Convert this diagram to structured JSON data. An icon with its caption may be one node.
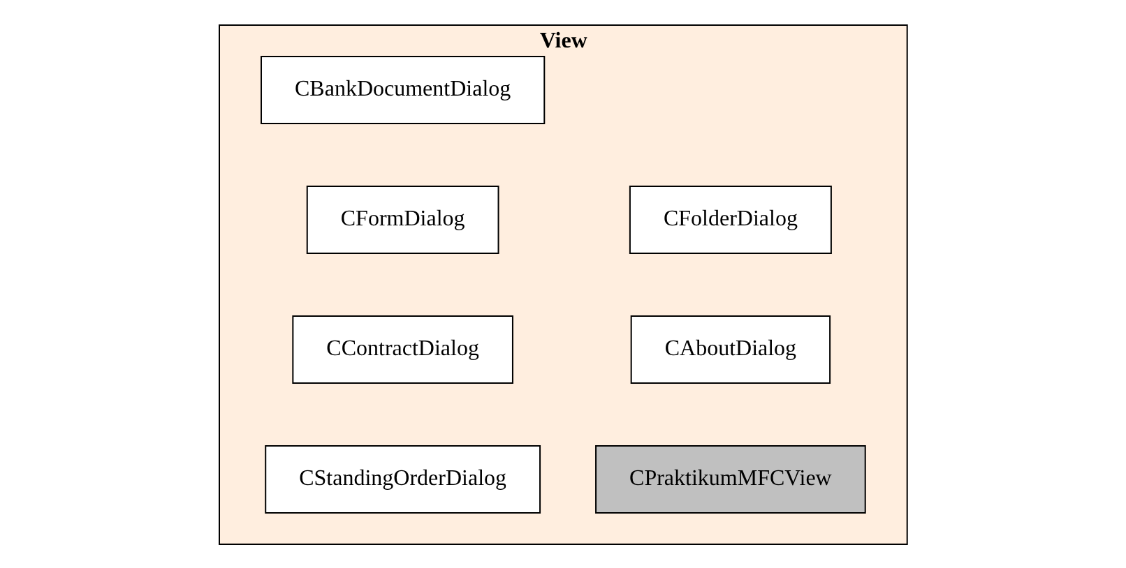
{
  "diagram": {
    "nodes": [
      {
        "text": [
          "View"
        ]
      },
      {
        "text": [
          "CBankDocumentDialog"
        ],
        "in": 0
      },
      {
        "text": [
          "CFolderDialog"
        ],
        "in": 0
      },
      {
        "text": [
          "CFormDialog"
        ],
        "in": 0
      },
      {
        "text": [
          "CAboutDialog"
        ],
        "in": 0
      },
      {
        "text": [
          "CContractDialog"
        ],
        "in": 0
      },
      {
        "text": [
          "CPraktikumMFCView"
        ],
        "in": 0
      },
      {
        "text": [
          "CStandingOrderDialog"
        ],
        "in": 0
      }
    ]
  }
}
